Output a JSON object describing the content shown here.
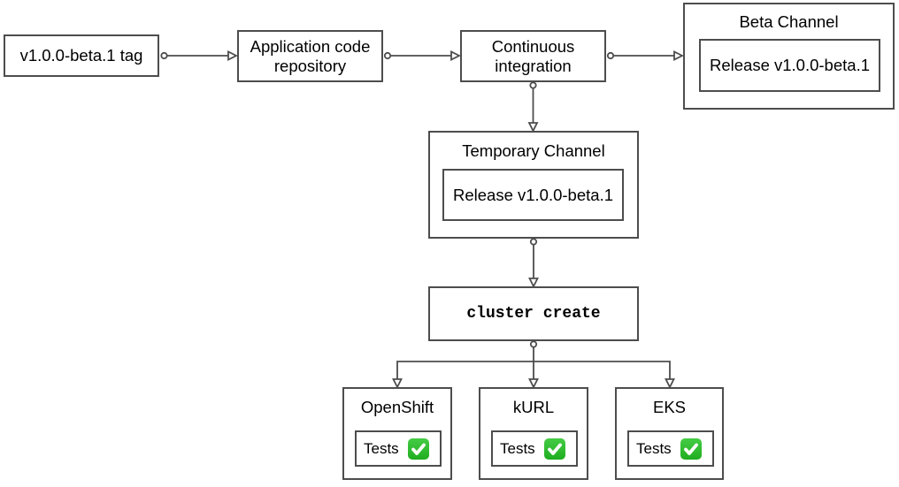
{
  "colors": {
    "border": "#4d4d4d",
    "connector": "#4d4d4d",
    "text": "#000000",
    "background": "#ffffff",
    "check_green": "#2dbe2d",
    "check_mark": "#ffffff"
  },
  "icons": {
    "check": "white-check-mark"
  },
  "nodes": {
    "tag": {
      "label": "v1.0.0-beta.1 tag"
    },
    "repo": {
      "label": "Application code repository"
    },
    "ci": {
      "label": "Continuous integration"
    },
    "beta_channel": {
      "title": "Beta Channel",
      "release_label": "Release v1.0.0-beta.1"
    },
    "temporary_channel": {
      "title": "Temporary Channel",
      "release_label": "Release v1.0.0-beta.1"
    },
    "cluster_create": {
      "label": "cluster create"
    },
    "openshift": {
      "title": "OpenShift",
      "tests_label": "Tests"
    },
    "kurl": {
      "title": "kURL",
      "tests_label": "Tests"
    },
    "eks": {
      "title": "EKS",
      "tests_label": "Tests"
    }
  }
}
